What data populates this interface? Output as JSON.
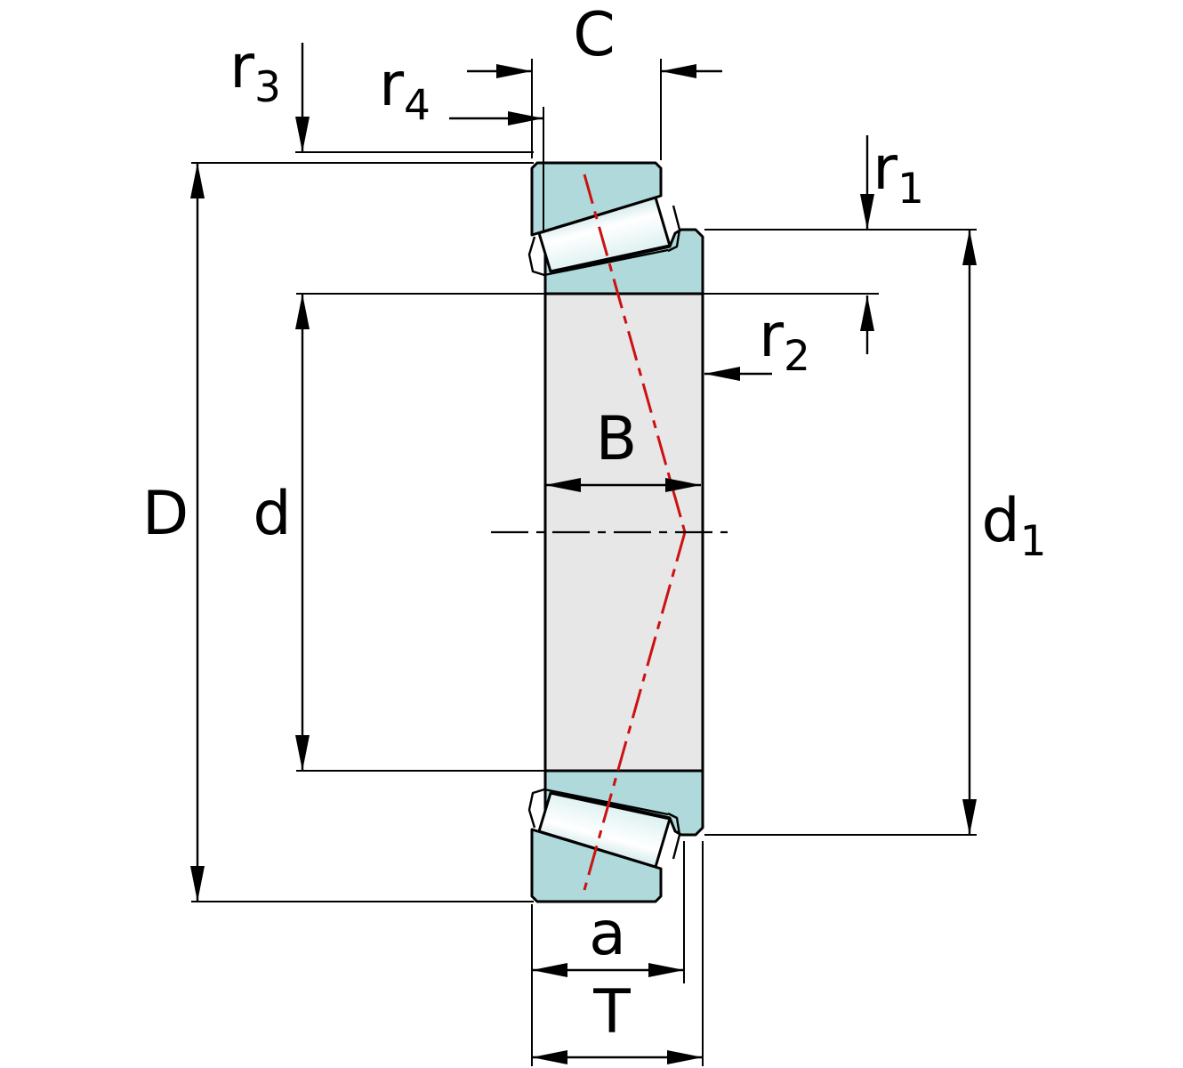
{
  "labels": {
    "D": {
      "main": "D",
      "sub": ""
    },
    "d": {
      "main": "d",
      "sub": ""
    },
    "d1": {
      "main": "d",
      "sub": "1"
    },
    "B": {
      "main": "B",
      "sub": ""
    },
    "C": {
      "main": "C",
      "sub": ""
    },
    "T": {
      "main": "T",
      "sub": ""
    },
    "a": {
      "main": "a",
      "sub": ""
    },
    "r1": {
      "main": "r",
      "sub": "1"
    },
    "r2": {
      "main": "r",
      "sub": "2"
    },
    "r3": {
      "main": "r",
      "sub": "3"
    },
    "r4": {
      "main": "r",
      "sub": "4"
    }
  },
  "colors": {
    "ring_fill": "#afd9da",
    "bore_fill": "#e7e7e7",
    "outline": "#000000",
    "pressure_line": "#cc1111",
    "roller_edge": "#86c6c8",
    "roller_mid": "#ffffff",
    "roller_light": "#bfe3e4"
  }
}
